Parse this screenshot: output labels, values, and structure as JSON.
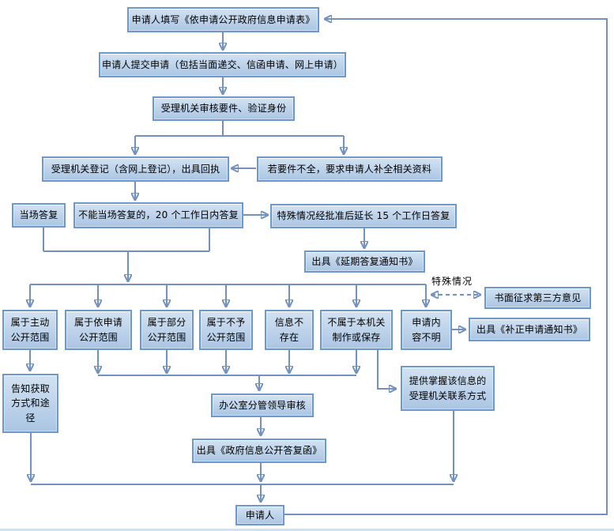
{
  "diagram": {
    "type": "flowchart",
    "language": "zh-CN",
    "edge_labels": {
      "special_case": "特殊情况"
    },
    "colors": {
      "connector": "#7291be",
      "box_border": "#6d98cc",
      "box_fill_top": "#d3e2f2",
      "box_fill_bottom": "#abc5e2",
      "text": "#000000",
      "background": "#ffffff",
      "bottom_strip": "#cfe2f2"
    },
    "nodes": [
      {
        "id": "fill-form",
        "label": "申请人填写《依申请公开政府信息申请表》"
      },
      {
        "id": "submit",
        "label": "申请人提交申请（包括当面递交、信函申请、网上申请）"
      },
      {
        "id": "review",
        "label": "受理机关审核要件、验证身份"
      },
      {
        "id": "register",
        "label": "受理机关登记（含网上登记），出具回执"
      },
      {
        "id": "incomplete",
        "label": "若要件不全，要求申请人补全相关资料"
      },
      {
        "id": "onspot",
        "label": "当场答复"
      },
      {
        "id": "within20",
        "label": "不能当场答复的，20 个工作日内答复"
      },
      {
        "id": "extend15",
        "label": "特殊情况经批准后延长 15 个工作日答复"
      },
      {
        "id": "delay-notice",
        "label": "出具《延期答复通知书》"
      },
      {
        "id": "proactive",
        "label": "属于主动\n公开范围"
      },
      {
        "id": "on-request",
        "label": "属于依申请\n公开范围"
      },
      {
        "id": "partial",
        "label": "属于部分\n公开范围"
      },
      {
        "id": "non-disclosure",
        "label": "属于不予\n公开范围"
      },
      {
        "id": "not-exist",
        "label": "信息不\n存在"
      },
      {
        "id": "not-held",
        "label": "不属于本机关\n制作或保存"
      },
      {
        "id": "unclear",
        "label": "申请内\n容不明"
      },
      {
        "id": "third-party",
        "label": "书面征求第三方意见"
      },
      {
        "id": "supplement-notice",
        "label": "出具《补正申请通知书》"
      },
      {
        "id": "inform-method",
        "label": "告知获取\n方式和途\n径"
      },
      {
        "id": "provide-contact",
        "label": "提供掌握该信息的\n受理机关联系方式"
      },
      {
        "id": "leader-review",
        "label": "办公室分管领导审核"
      },
      {
        "id": "reply-letter",
        "label": "出具《政府信息公开答复函》"
      },
      {
        "id": "applicant",
        "label": "申请人"
      }
    ]
  }
}
